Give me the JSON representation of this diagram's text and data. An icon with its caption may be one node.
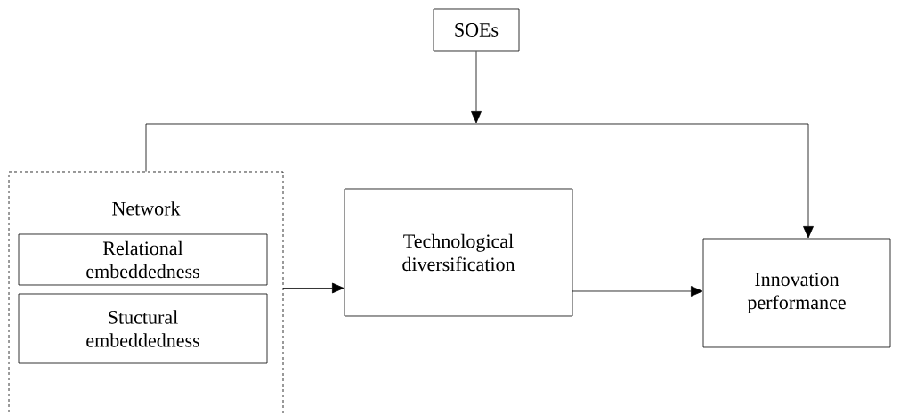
{
  "diagram": {
    "nodes": [
      {
        "text": [
          "SOEs"
        ]
      },
      {
        "text": [
          "Network"
        ]
      },
      {
        "text": [
          "Relational embeddedness"
        ],
        "in": 1
      },
      {
        "text": [
          "Stuctural embeddedness"
        ],
        "in": 1
      },
      {
        "text": [
          "Technological diversification"
        ]
      },
      {
        "text": [
          "Innovation performance"
        ]
      }
    ],
    "edges": [
      {
        "from": 0,
        "to": null,
        "arrow": "to"
      },
      {
        "from": 1,
        "to": 5,
        "arrow": "to"
      },
      {
        "from": 1,
        "to": 4,
        "arrow": "to"
      },
      {
        "from": 4,
        "to": 5,
        "arrow": "to"
      }
    ]
  }
}
